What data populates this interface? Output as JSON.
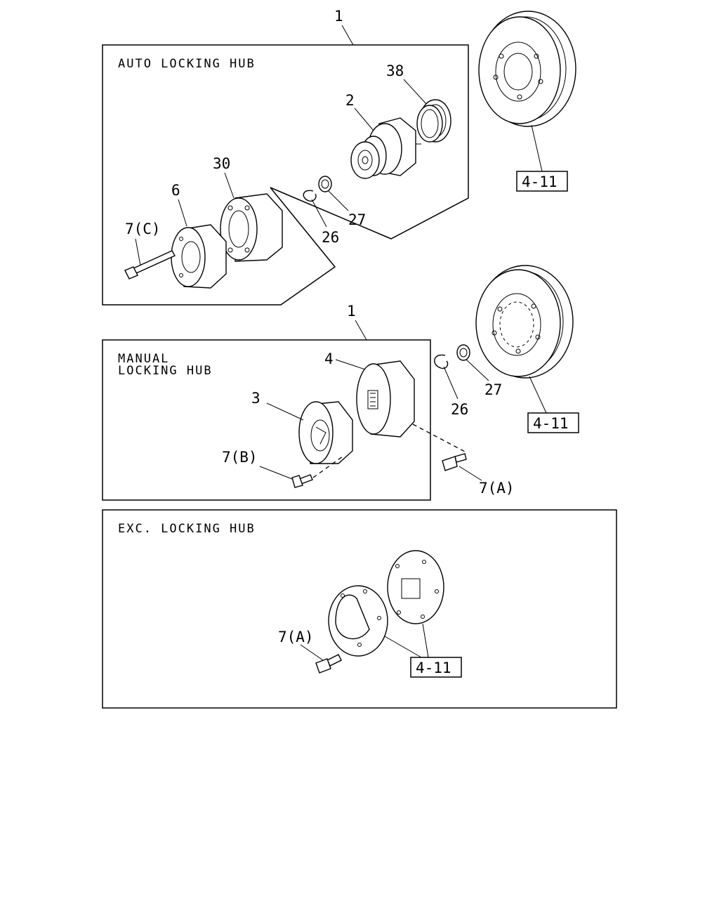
{
  "panels": {
    "auto": {
      "title": "AUTO LOCKING HUB"
    },
    "manual": {
      "title_line1": "MANUAL",
      "title_line2": "LOCKING HUB"
    },
    "exc": {
      "title": "EXC. LOCKING HUB"
    }
  },
  "callouts": {
    "auto_1": "1",
    "auto_38": "38",
    "auto_2": "2",
    "auto_30": "30",
    "auto_6": "6",
    "auto_7c": "7(C)",
    "auto_26": "26",
    "auto_27": "27",
    "auto_ref": "4-11",
    "manual_1": "1",
    "manual_4": "4",
    "manual_3": "3",
    "manual_7b": "7(B)",
    "manual_26": "26",
    "manual_27": "27",
    "manual_7a": "7(A)",
    "manual_ref": "4-11",
    "exc_7a": "7(A)",
    "exc_ref": "4-11"
  }
}
